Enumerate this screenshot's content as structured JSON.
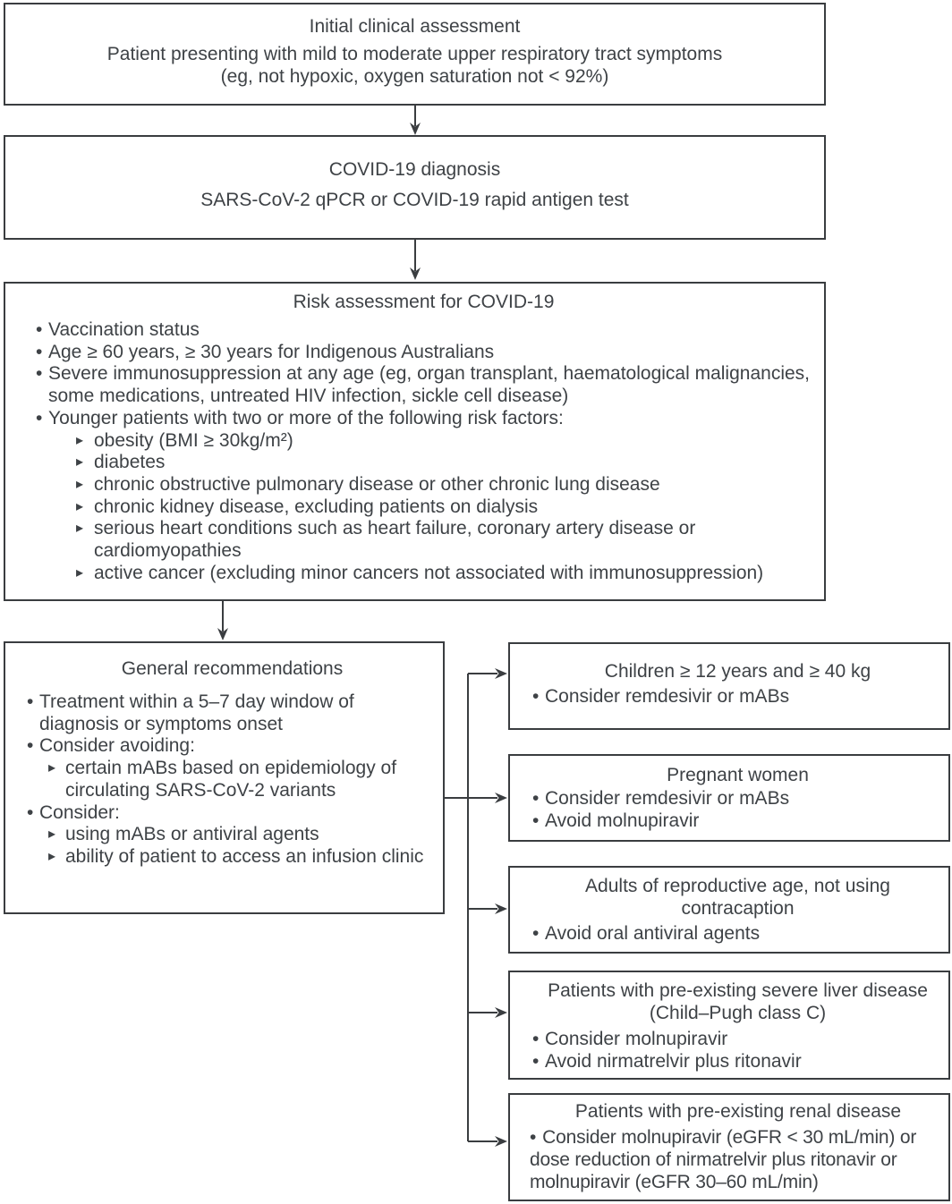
{
  "markers": {
    "bullet": "•",
    "sub_bullet": "▸"
  },
  "colors": {
    "background": "#ffffff",
    "text": "#3e4246",
    "line": "#3a3d40"
  },
  "boxes": {
    "initial": {
      "title": "Initial clinical assessment",
      "body": [
        "Patient presenting with mild to moderate upper respiratory tract symptoms",
        "(eg, not hypoxic, oxygen saturation not < 92%)"
      ]
    },
    "diagnosis": {
      "title": "COVID-19 diagnosis",
      "body": [
        "SARS-CoV-2 qPCR or COVID-19 rapid antigen test"
      ]
    },
    "risk": {
      "title": "Risk assessment for COVID-19",
      "bullets": [
        {
          "text": "Vaccination status"
        },
        {
          "text": "Age ≥ 60 years, ≥ 30 years for Indigenous Australians"
        },
        {
          "text": "Severe immunosuppression at any age (eg, organ transplant, haematological malignancies, some medications, untreated HIV infection, sickle cell disease)"
        },
        {
          "text": "Younger patients with two or more of the following risk factors:",
          "sub": [
            "obesity (BMI ≥ 30kg/m²)",
            "diabetes",
            "chronic obstructive pulmonary disease or other chronic lung disease",
            "chronic kidney disease, excluding patients on dialysis",
            "serious heart conditions such as heart failure, coronary artery disease or cardiomyopathies",
            "active cancer (excluding minor cancers not associated with immunosuppression)"
          ]
        }
      ]
    },
    "general": {
      "title": "General recommendations",
      "bullets": [
        {
          "text": "Treatment within a 5–7 day window of diagnosis or symptoms onset"
        },
        {
          "text": "Consider avoiding:",
          "sub": [
            "certain mABs based on epidemiology of circulating SARS-CoV-2 variants"
          ]
        },
        {
          "text": "Consider:",
          "sub": [
            "using mABs or antiviral agents",
            "ability of patient to access an infusion clinic"
          ]
        }
      ]
    },
    "children": {
      "title": "Children ≥ 12 years and ≥ 40 kg",
      "bullets": [
        "Consider remdesivir or mABs"
      ]
    },
    "pregnant": {
      "title": "Pregnant women",
      "bullets": [
        "Consider remdesivir or mABs",
        "Avoid molnupiravir"
      ]
    },
    "reproductive": {
      "title": "Adults of reproductive age, not using contracaption",
      "bullets": [
        "Avoid oral antiviral agents"
      ]
    },
    "liver": {
      "title": "Patients with pre-existing severe liver disease (Child–Pugh class C)",
      "bullets": [
        "Consider molnupiravir",
        "Avoid nirmatrelvir plus ritonavir"
      ]
    },
    "renal": {
      "title": "Patients with pre-existing renal disease",
      "bullets": [
        "Consider molnupiravir (eGFR < 30 mL/min) or dose reduction of nirmatrelvir plus ritonavir or molnupiravir (eGFR 30–60 mL/min)"
      ]
    }
  }
}
